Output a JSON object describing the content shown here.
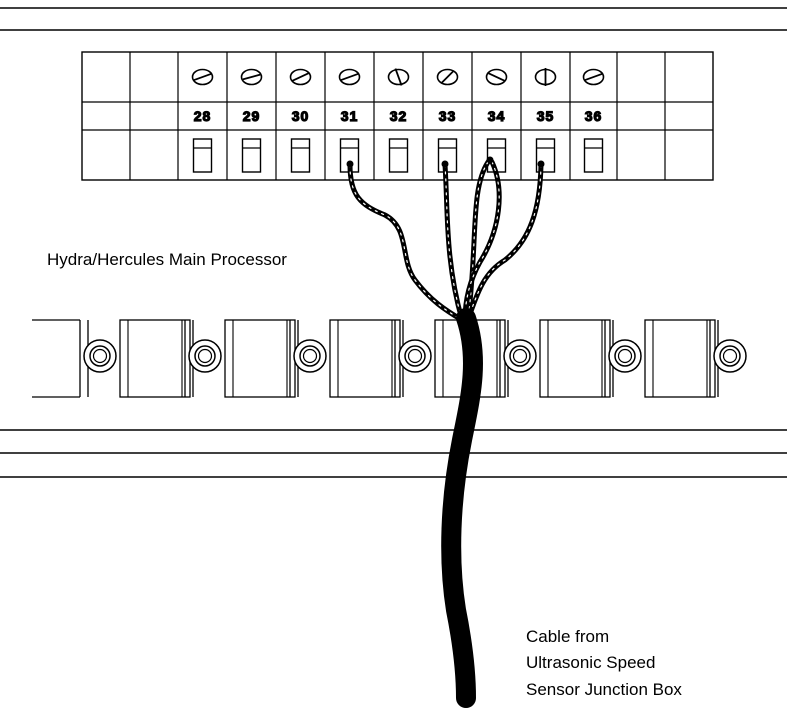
{
  "terminal_block": {
    "terminals": [
      "28",
      "29",
      "30",
      "31",
      "32",
      "33",
      "34",
      "35",
      "36"
    ],
    "wired_terminals": [
      "31",
      "33",
      "34",
      "35"
    ]
  },
  "labels": {
    "processor": "Hydra/Hercules Main Processor",
    "cable_line1": "Cable from",
    "cable_line2": "Ultrasonic Speed",
    "cable_line3": "Sensor Junction Box"
  }
}
